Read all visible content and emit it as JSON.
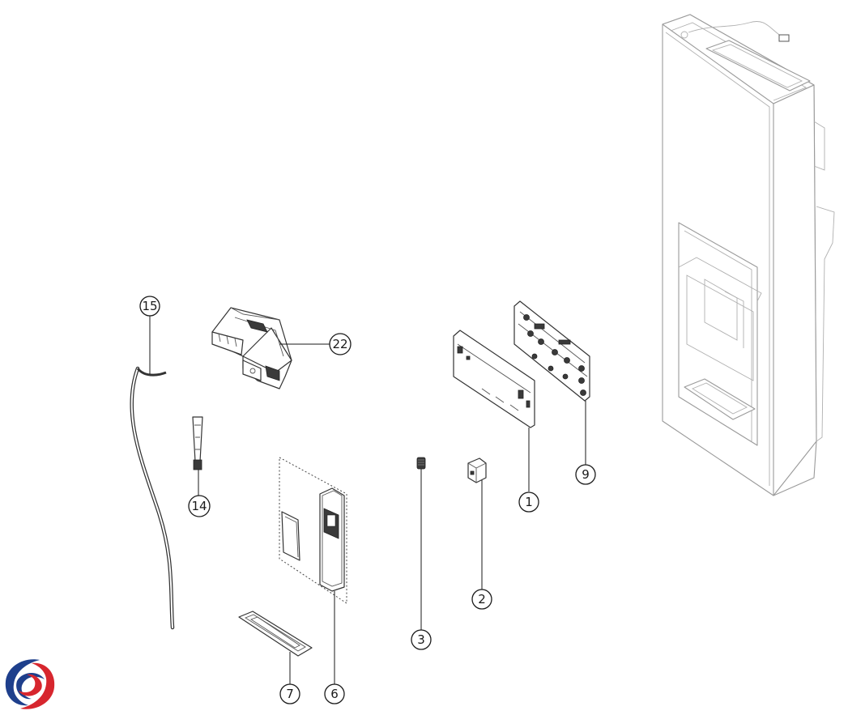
{
  "callouts": [
    {
      "id": "c15",
      "label": "15"
    },
    {
      "id": "c22",
      "label": "22"
    },
    {
      "id": "c14",
      "label": "14"
    },
    {
      "id": "c9",
      "label": "9"
    },
    {
      "id": "c1",
      "label": "1"
    },
    {
      "id": "c2",
      "label": "2"
    },
    {
      "id": "c3",
      "label": "3"
    },
    {
      "id": "c6",
      "label": "6"
    },
    {
      "id": "c7",
      "label": "7"
    }
  ],
  "colors": {
    "line": "#1a1a1a",
    "door_outline": "#9a9a9a",
    "logo_blue": "#1e3f8c",
    "logo_red": "#d7262e"
  },
  "icons": {
    "logo": "brand-swirl-logo"
  }
}
